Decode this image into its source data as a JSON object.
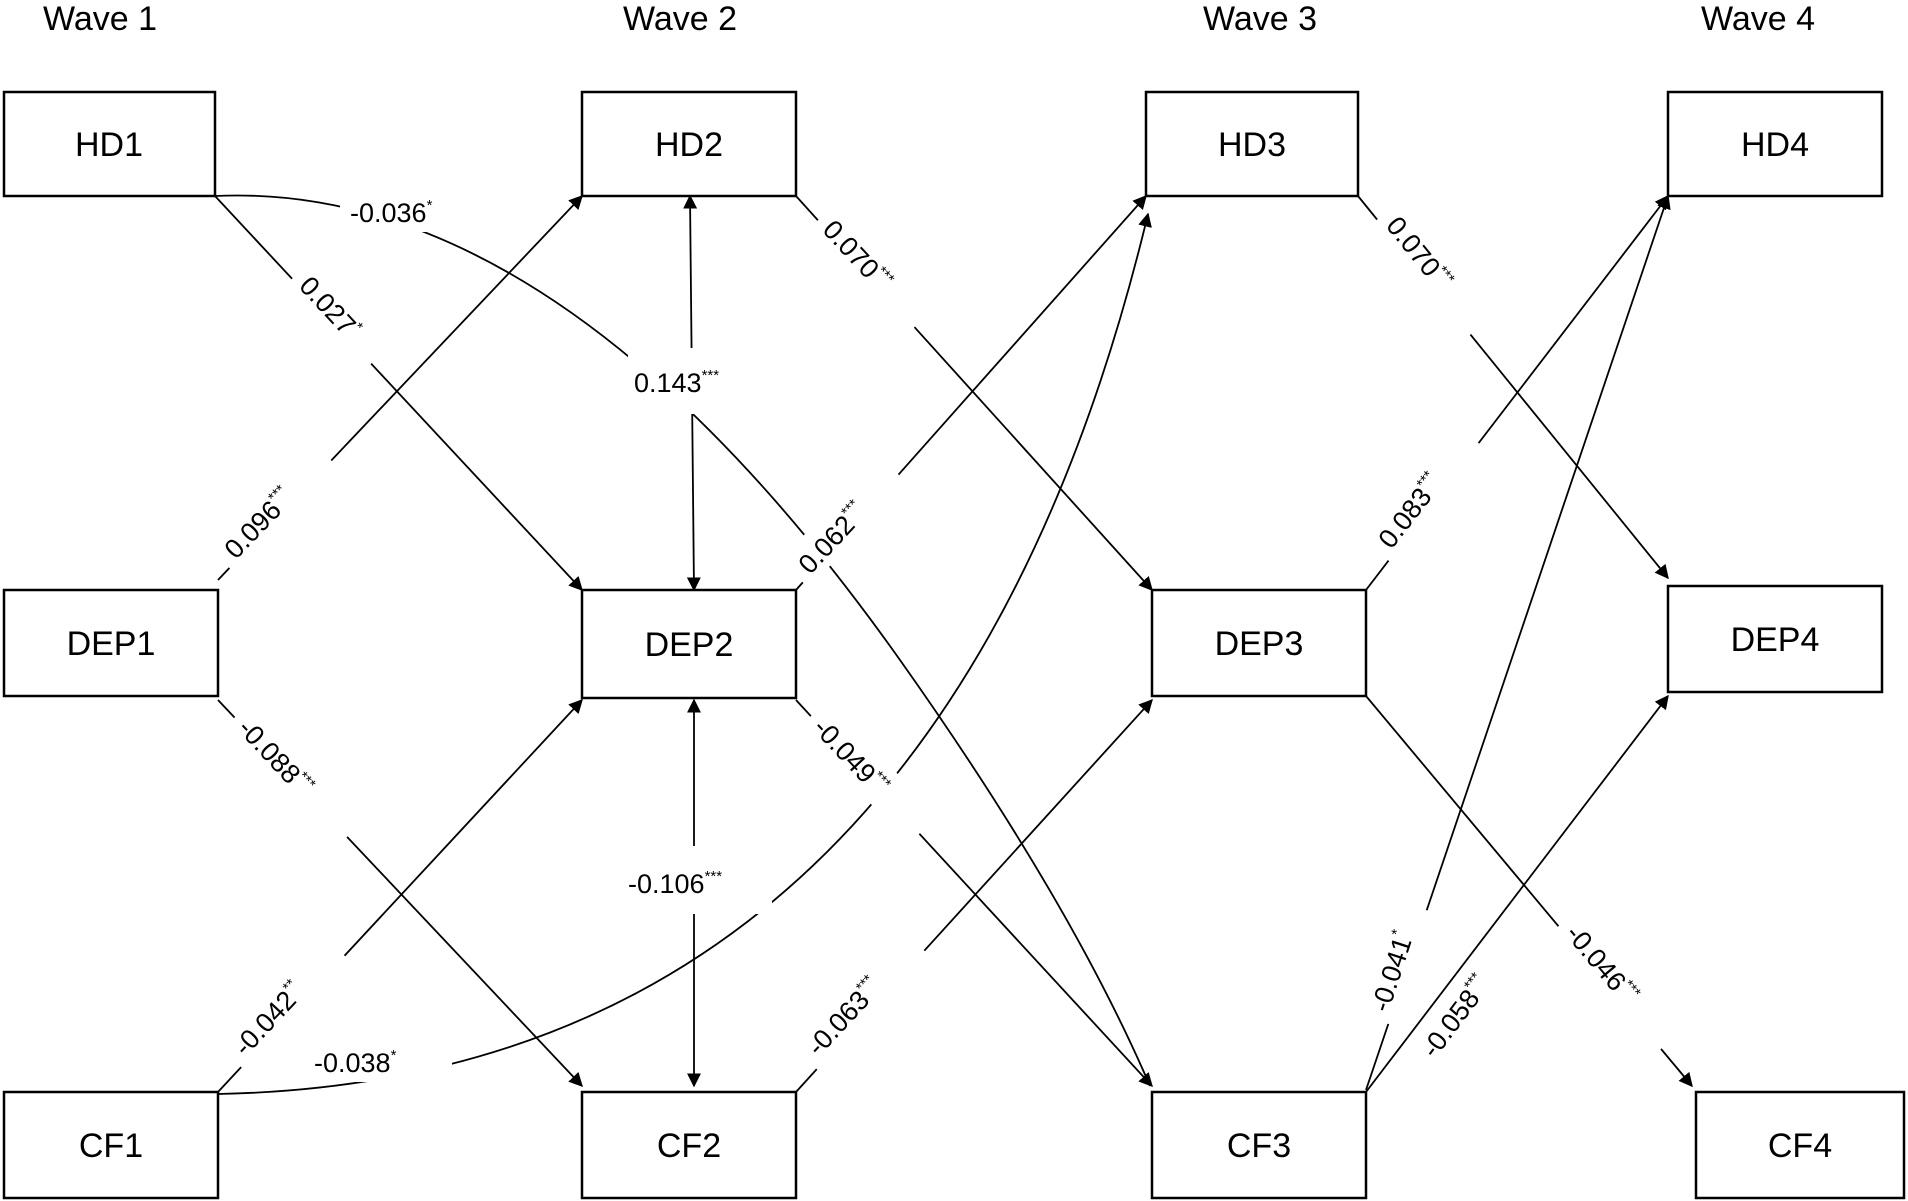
{
  "waves": [
    "Wave 1",
    "Wave 2",
    "Wave 3",
    "Wave 4"
  ],
  "nodes": [
    {
      "id": "HD1",
      "label": "HD1"
    },
    {
      "id": "HD2",
      "label": "HD2"
    },
    {
      "id": "HD3",
      "label": "HD3"
    },
    {
      "id": "HD4",
      "label": "HD4"
    },
    {
      "id": "DEP1",
      "label": "DEP1"
    },
    {
      "id": "DEP2",
      "label": "DEP2"
    },
    {
      "id": "DEP3",
      "label": "DEP3"
    },
    {
      "id": "DEP4",
      "label": "DEP4"
    },
    {
      "id": "CF1",
      "label": "CF1"
    },
    {
      "id": "CF2",
      "label": "CF2"
    },
    {
      "id": "CF3",
      "label": "CF3"
    },
    {
      "id": "CF4",
      "label": "CF4"
    }
  ],
  "paths": [
    {
      "from": "HD1",
      "to": "CF3",
      "coef": "-0.036",
      "sig": "*"
    },
    {
      "from": "HD1",
      "to": "DEP2",
      "coef": "0.027",
      "sig": "*"
    },
    {
      "from": "DEP1",
      "to": "HD2",
      "coef": "0.096",
      "sig": "***"
    },
    {
      "from": "DEP1",
      "to": "CF2",
      "coef": "-0.088",
      "sig": "***"
    },
    {
      "from": "CF1",
      "to": "DEP2",
      "coef": "-0.042",
      "sig": "**"
    },
    {
      "from": "CF1",
      "to": "HD3",
      "coef": "-0.038",
      "sig": "*"
    },
    {
      "from": "HD2",
      "to": "DEP2",
      "coef": "0.143",
      "sig": "***"
    },
    {
      "from": "DEP2",
      "to": "CF2",
      "coef": "-0.106",
      "sig": "***"
    },
    {
      "from": "HD2",
      "to": "DEP3",
      "coef": "0.070",
      "sig": "***"
    },
    {
      "from": "DEP2",
      "to": "HD3",
      "coef": "0.062",
      "sig": "***"
    },
    {
      "from": "DEP2",
      "to": "CF3",
      "coef": "-0.049",
      "sig": "***"
    },
    {
      "from": "CF2",
      "to": "DEP3",
      "coef": "-0.063",
      "sig": "***"
    },
    {
      "from": "HD3",
      "to": "DEP4",
      "coef": "0.070",
      "sig": "***"
    },
    {
      "from": "DEP3",
      "to": "HD4",
      "coef": "0.083",
      "sig": "***"
    },
    {
      "from": "DEP3",
      "to": "CF4",
      "coef": "-0.046",
      "sig": "***"
    },
    {
      "from": "CF3",
      "to": "HD4",
      "coef": "-0.041",
      "sig": "*"
    },
    {
      "from": "CF3",
      "to": "DEP4",
      "coef": "-0.058",
      "sig": "***"
    }
  ]
}
